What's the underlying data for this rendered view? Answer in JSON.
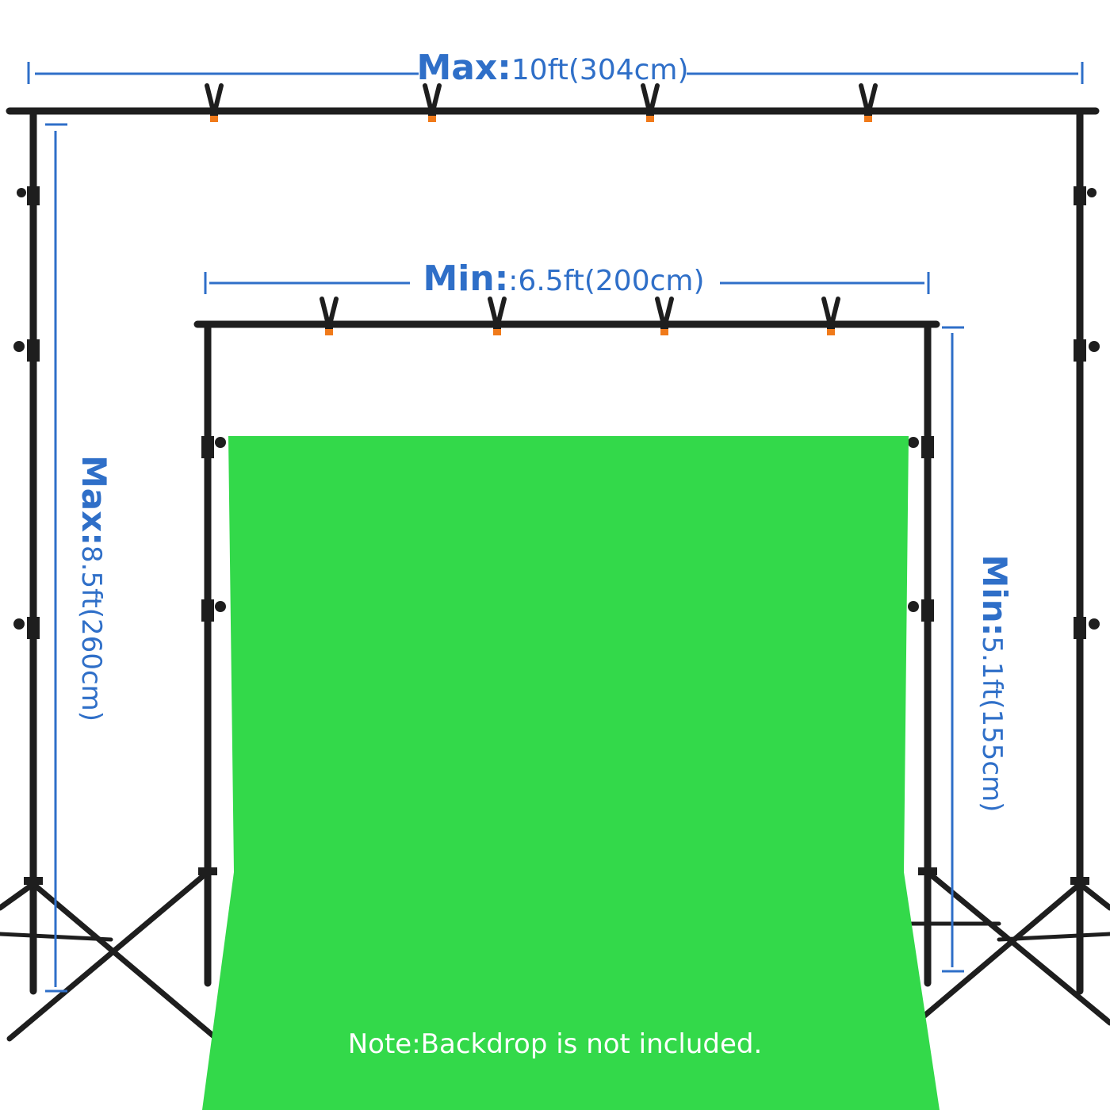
{
  "dimensions": {
    "max_width": {
      "label": "Max:",
      "value": "10ft(304cm)"
    },
    "min_width": {
      "label": "Min:",
      "value": ":6.5ft(200cm)"
    },
    "max_height": {
      "label": "Max:",
      "value": "8.5ft(260cm)"
    },
    "min_height": {
      "label": "Min:",
      "value": "5.1ft(155cm)"
    }
  },
  "note": "Note:Backdrop is not included.",
  "colors": {
    "accent": "#2f6fc8",
    "backdrop": "#33d94a",
    "stand": "#1e1e1e",
    "clip_tip": "#f07a1a"
  }
}
